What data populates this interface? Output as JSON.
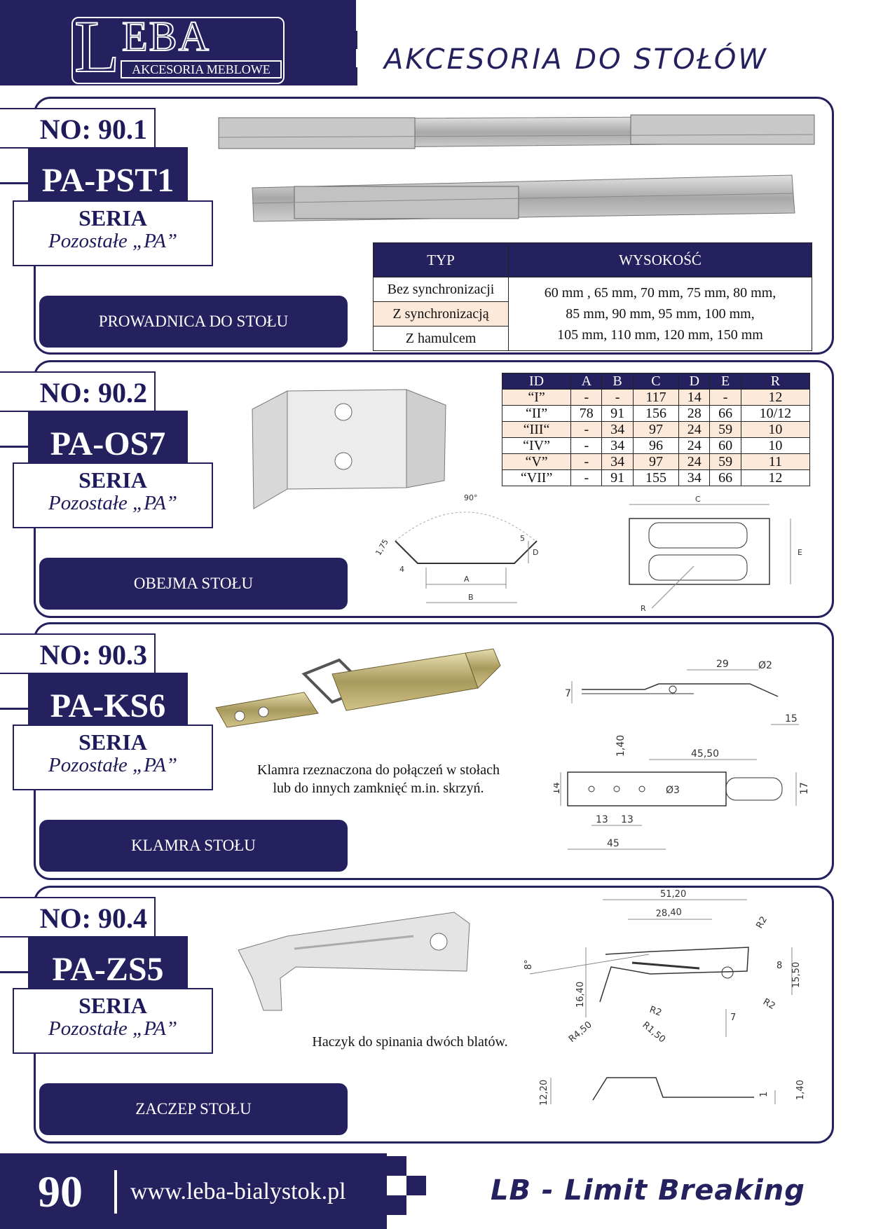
{
  "header": {
    "logo_letter": "L",
    "logo_rest": "EBA",
    "logo_subtitle": "AKCESORIA MEBLOWE",
    "title": "AKCESORIA DO STOŁÓW"
  },
  "products": [
    {
      "no": "NO: 90.1",
      "code": "PA-PST1",
      "seria_title": "SERIA",
      "seria_name": "Pozostałe „PA”",
      "name": "PROWADNICA DO STOŁU",
      "table": {
        "headers": [
          "TYP",
          "WYSOKOŚĆ"
        ],
        "types": [
          "Bez synchronizacji",
          "Z synchronizacją",
          "Z hamulcem"
        ],
        "heights": [
          "60 mm , 65 mm, 70 mm, 75 mm, 80 mm,",
          "85 mm, 90 mm, 95 mm, 100 mm,",
          "105 mm, 110 mm, 120 mm, 150 mm"
        ]
      }
    },
    {
      "no": "NO: 90.2",
      "code": "PA-OS7",
      "seria_title": "SERIA",
      "seria_name": "Pozostałe „PA”",
      "name": "OBEJMA STOŁU",
      "table": {
        "headers": [
          "ID",
          "A",
          "B",
          "C",
          "D",
          "E",
          "R"
        ],
        "rows": [
          [
            "“I”",
            "-",
            "-",
            "117",
            "14",
            "-",
            "12"
          ],
          [
            "“II”",
            "78",
            "91",
            "156",
            "28",
            "66",
            "10/12"
          ],
          [
            "“III“",
            "-",
            "34",
            "97",
            "24",
            "59",
            "10"
          ],
          [
            "“IV”",
            "-",
            "34",
            "96",
            "24",
            "60",
            "10"
          ],
          [
            "“V”",
            "-",
            "34",
            "97",
            "24",
            "59",
            "11"
          ],
          [
            "“VII”",
            "-",
            "91",
            "155",
            "34",
            "66",
            "12"
          ]
        ]
      },
      "drawing": {
        "angle": "90°",
        "d1": "1,75",
        "d2": "4",
        "d3": "5",
        "A": "A",
        "B": "B",
        "C": "C",
        "D": "D",
        "E": "E",
        "R": "R"
      }
    },
    {
      "no": "NO: 90.3",
      "code": "PA-KS6",
      "seria_title": "SERIA",
      "seria_name": "Pozostałe „PA”",
      "name": "KLAMRA STOŁU",
      "caption_1": "Klamra rzeznaczona do połączeń w stołach",
      "caption_2": "lub do innych zamknięć m.in. skrzyń.",
      "drawing": {
        "d29": "29",
        "dphi2": "Ø2",
        "d7": "7",
        "d15": "15",
        "d140": "1,40",
        "d4550": "45,50",
        "d14": "14",
        "dphi3": "Ø3",
        "d17": "17",
        "d13a": "13",
        "d13b": "13",
        "d45": "45"
      }
    },
    {
      "no": "NO: 90.4",
      "code": "PA-ZS5",
      "seria_title": "SERIA",
      "seria_name": "Pozostałe „PA”",
      "name": "ZACZEP STOŁU",
      "caption_1": "Haczyk do spinania dwóch blatów.",
      "drawing": {
        "d5120": "51,20",
        "d2840": "28,40",
        "dR2a": "R2",
        "d8deg": "8°",
        "d8": "8",
        "d1550": "15,50",
        "d1640": "16,40",
        "dR2b": "R2",
        "dR2c": "R2",
        "dR450": "R4,50",
        "dR150": "R1,50",
        "d7": "7",
        "d1220": "12,20",
        "d1": "1",
        "d140": "1,40"
      }
    }
  ],
  "footer": {
    "page_number": "90",
    "url": "www.leba-bialystok.pl",
    "slogan": "LB - Limit Breaking"
  }
}
